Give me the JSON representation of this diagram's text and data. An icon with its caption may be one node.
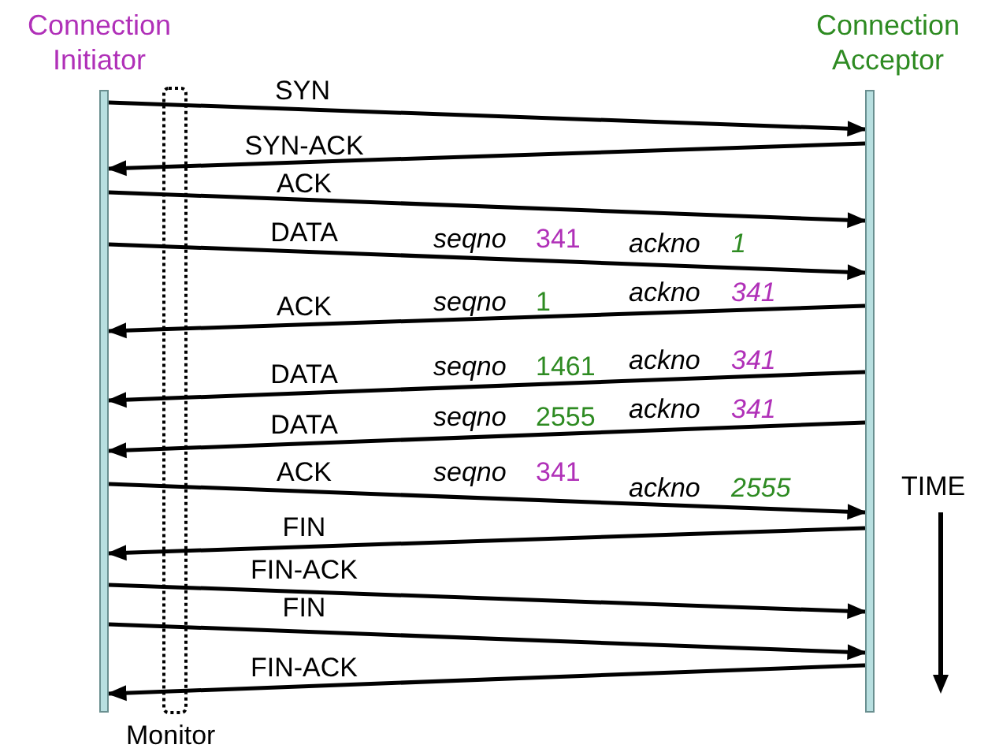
{
  "diagram": {
    "nodes": [
      {
        "text": [
          "Connection Initiator"
        ]
      },
      {
        "text": [
          "Connection Acceptor"
        ]
      }
    ],
    "edges": [
      {
        "from": 0,
        "to": 1,
        "arrow": "to",
        "label": "SYN"
      },
      {
        "from": 1,
        "to": 0,
        "arrow": "to",
        "label": "SYN-ACK"
      },
      {
        "from": 0,
        "to": 1,
        "arrow": "to",
        "label": "ACK"
      },
      {
        "from": 0,
        "to": 1,
        "arrow": "to",
        "label": "DATA"
      },
      {
        "from": 1,
        "to": 0,
        "arrow": "to",
        "label": "ACK"
      },
      {
        "from": 1,
        "to": 0,
        "arrow": "to",
        "label": "DATA"
      },
      {
        "from": 1,
        "to": 0,
        "arrow": "to",
        "label": "DATA"
      },
      {
        "from": 0,
        "to": 1,
        "arrow": "to",
        "label": "ACK"
      },
      {
        "from": 1,
        "to": 0,
        "arrow": "to",
        "label": "FIN"
      },
      {
        "from": 0,
        "to": 1,
        "arrow": "to",
        "label": "FIN-ACK"
      },
      {
        "from": 0,
        "to": 1,
        "arrow": "to",
        "label": "FIN"
      },
      {
        "from": 1,
        "to": 0,
        "arrow": "to",
        "label": "FIN-ACK"
      }
    ],
    "labels": [
      "seqno",
      "341",
      "ackno",
      "1",
      "seqno",
      "1",
      "ackno",
      "341",
      "seqno",
      "1461",
      "ackno",
      "341",
      "seqno",
      "2555",
      "ackno",
      "341",
      "seqno",
      "341",
      "ackno",
      "2555",
      "TIME",
      "Monitor"
    ]
  }
}
